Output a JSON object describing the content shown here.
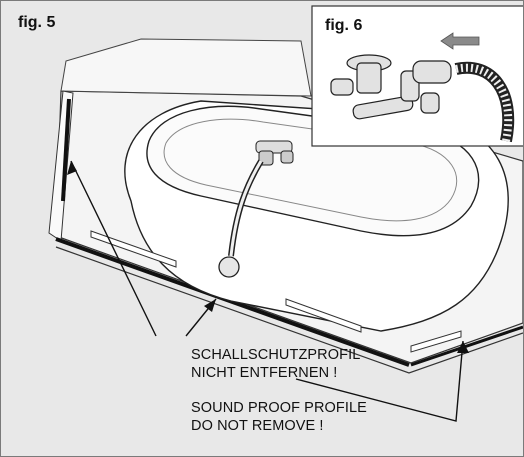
{
  "figures": {
    "main_label": "fig. 5",
    "inset_label": "fig. 6"
  },
  "notes": {
    "german_line1": "SCHALLSCHUTZPROFIL",
    "german_line2": "NICHT ENTFERNEN !",
    "english_line1": "SOUND PROOF PROFILE",
    "english_line2": "DO NOT REMOVE !"
  },
  "colors": {
    "background": "#e8e8e8",
    "tub_fill": "#ffffff",
    "outline": "#222222",
    "profile_strip": "#111111",
    "flow_arrow": "#8a8a8a"
  }
}
